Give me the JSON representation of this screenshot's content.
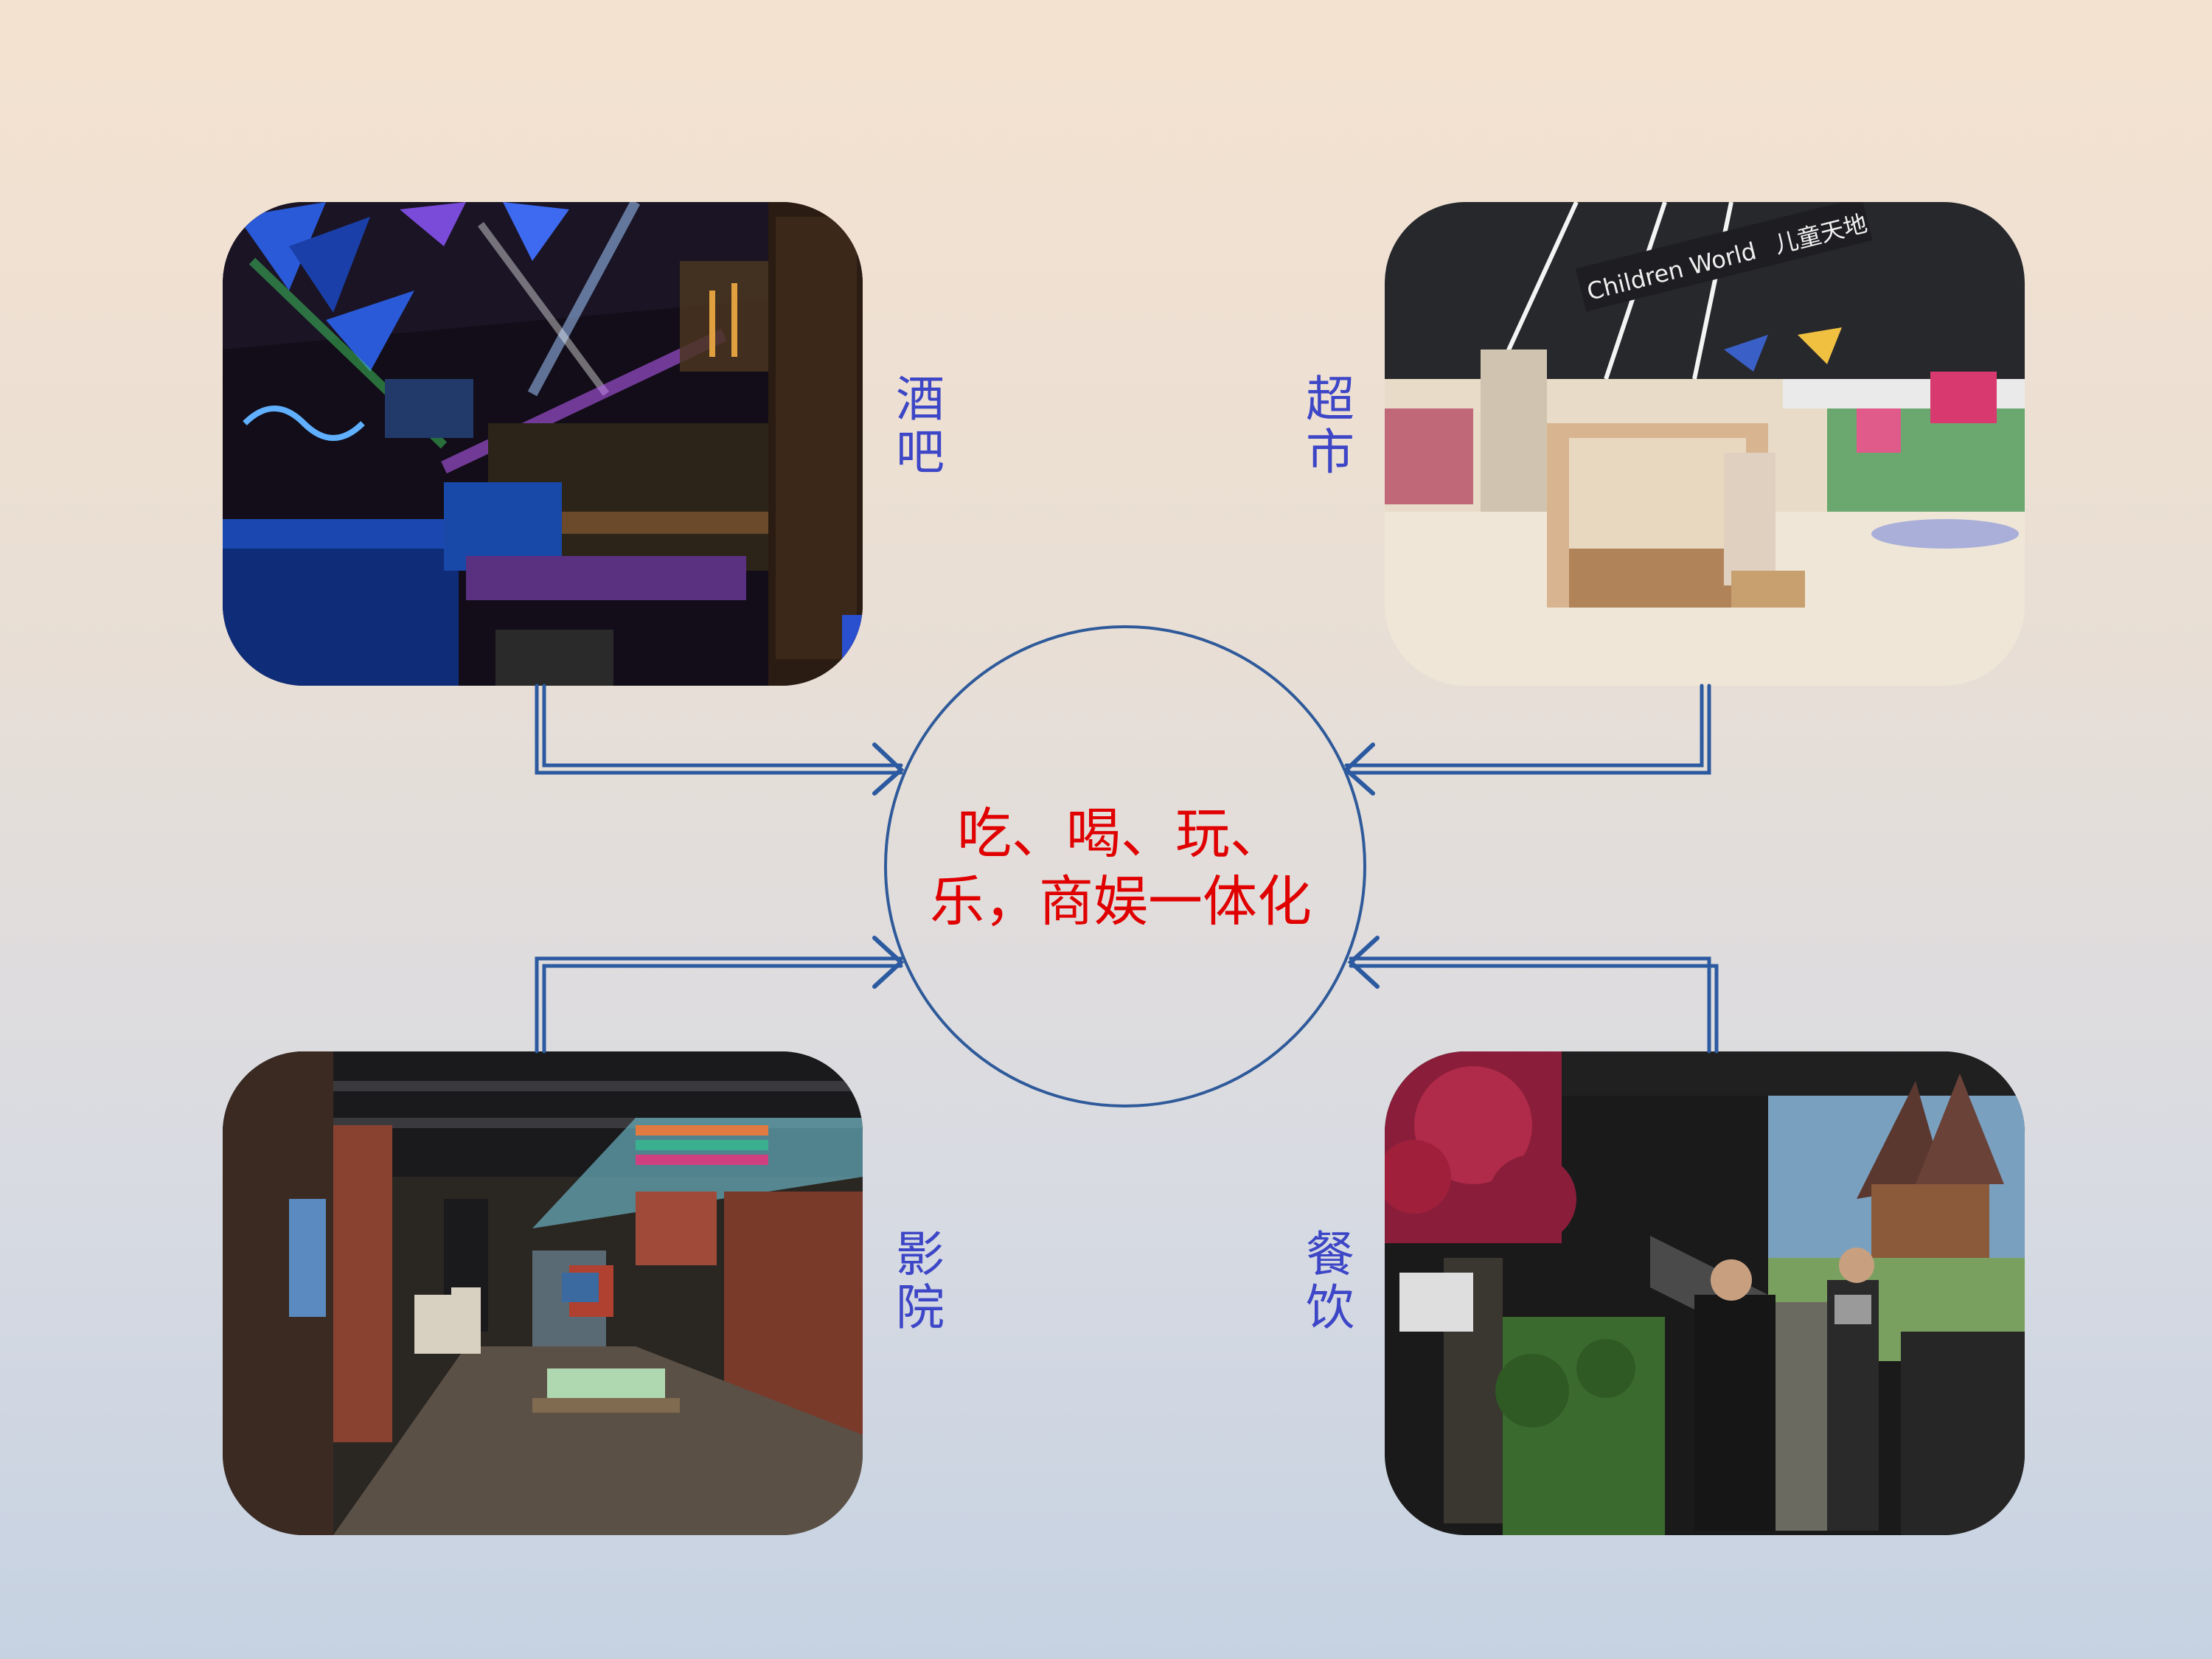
{
  "center": {
    "line1": "吃、喝、玩、",
    "line2": "乐，商娱一体化"
  },
  "quadrants": [
    {
      "label": "酒吧",
      "image": "bar-interior-photo",
      "palette": {
        "base": "#120d18",
        "accent1": "#1a3fa8",
        "accent2": "#c060ff",
        "accent3": "#e0a040"
      }
    },
    {
      "label": "超市",
      "image": "supermarket-children-world-photo",
      "signage": {
        "en": "Children World",
        "zh": "儿童天地"
      },
      "palette": {
        "base": "#ece4d8",
        "accent1": "#26282c",
        "accent2": "#d8b490",
        "accent3": "#e05a8a"
      }
    },
    {
      "label": "影院",
      "image": "cinema-lobby-photo",
      "palette": {
        "base": "#2a2622",
        "accent1": "#8a4230",
        "accent2": "#5a8ac0",
        "accent3": "#6a6258"
      }
    },
    {
      "label": "餐饮",
      "image": "restaurant-garden-mural-photo",
      "palette": {
        "base": "#1b1a1a",
        "accent1": "#8a1e3a",
        "accent2": "#7aa0c0",
        "accent3": "#3b6a2e"
      }
    }
  ],
  "colors": {
    "connector": "#2c5aa0",
    "circle": "#2f5a9a",
    "label": "#3d46c6",
    "center_text": "#e00000"
  }
}
